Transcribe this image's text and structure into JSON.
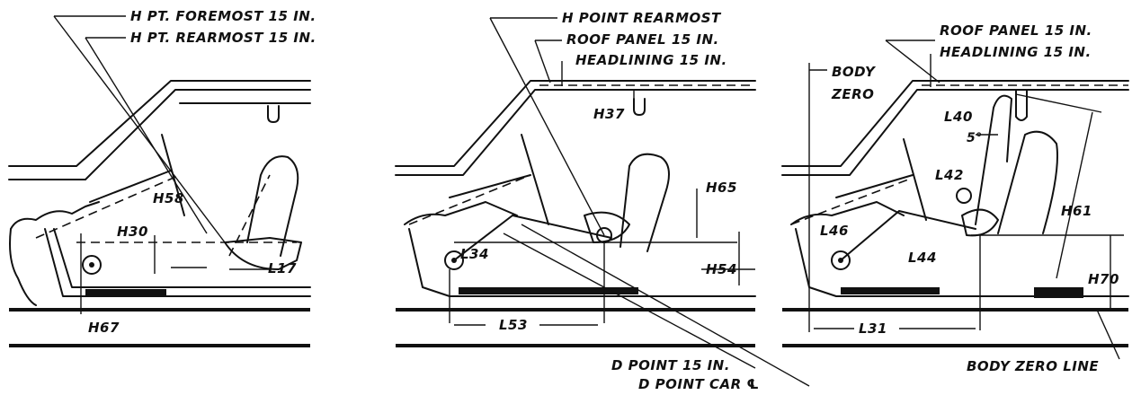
{
  "panel_left": {
    "h_pt_foremost": "H PT. FOREMOST 15 IN.",
    "h_pt_rearmost": "H PT. REARMOST 15 IN.",
    "h58": "H58",
    "h30": "H30",
    "l17": "L17",
    "h67": "H67"
  },
  "panel_middle": {
    "h_point_rearmost": "H POINT REARMOST",
    "roof_panel": "ROOF PANEL 15 IN.",
    "headlining": "HEADLINING 15 IN.",
    "h37": "H37",
    "h65": "H65",
    "l34": "L34",
    "h54": "H54",
    "l53": "L53",
    "d_point_15": "D POINT 15 IN.",
    "d_point_car": "D POINT CAR ℄"
  },
  "panel_right": {
    "roof_panel": "ROOF PANEL 15 IN.",
    "headlining": "HEADLINING 15 IN.",
    "body": "BODY",
    "zero": "ZERO",
    "l40": "L40",
    "angle_5": "5°",
    "l42": "L42",
    "h61": "H61",
    "l46": "L46",
    "l44": "L44",
    "h70": "H70",
    "l31": "L31",
    "body_zero_line": "BODY ZERO LINE"
  }
}
